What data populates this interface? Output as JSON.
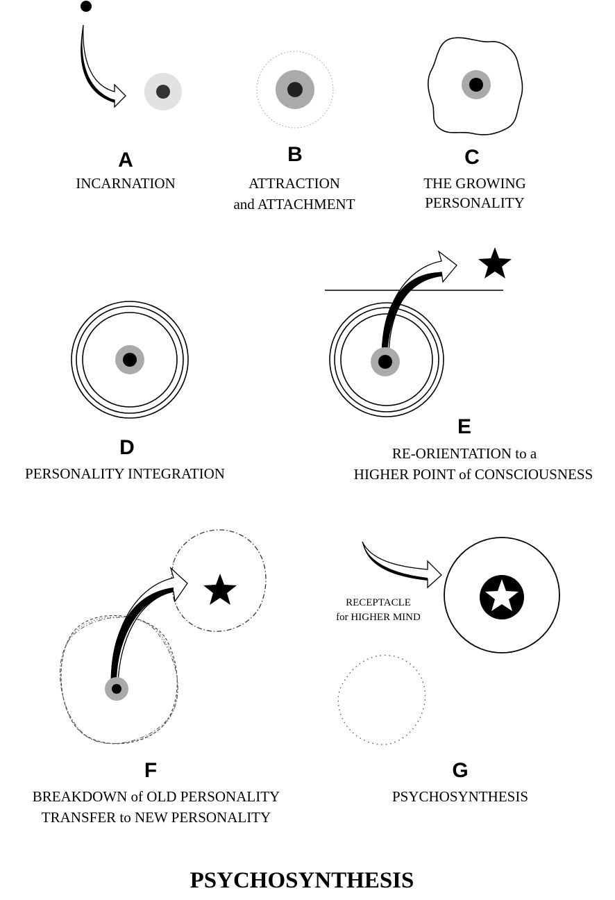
{
  "title": "PSYCHOSYNTHESIS",
  "panels": [
    {
      "letter": "A",
      "caption": [
        "INCARNATION"
      ]
    },
    {
      "letter": "B",
      "caption": [
        "ATTRACTION",
        "and ATTACHMENT"
      ]
    },
    {
      "letter": "C",
      "caption": [
        "THE GROWING",
        "PERSONALITY"
      ]
    },
    {
      "letter": "D",
      "caption": [
        "PERSONALITY INTEGRATION"
      ]
    },
    {
      "letter": "E",
      "caption": [
        "RE-ORIENTATION to a",
        "HIGHER POINT of CONSCIOUSNESS"
      ]
    },
    {
      "letter": "F",
      "caption": [
        "BREAKDOWN of OLD PERSONALITY",
        "TRANSFER to NEW PERSONALITY"
      ]
    },
    {
      "letter": "G",
      "caption": [
        "PSYCHOSYNTHESIS"
      ]
    }
  ],
  "annotations": {
    "receptacle": [
      "RECEPTACLE",
      "for HIGHER MIND"
    ]
  }
}
